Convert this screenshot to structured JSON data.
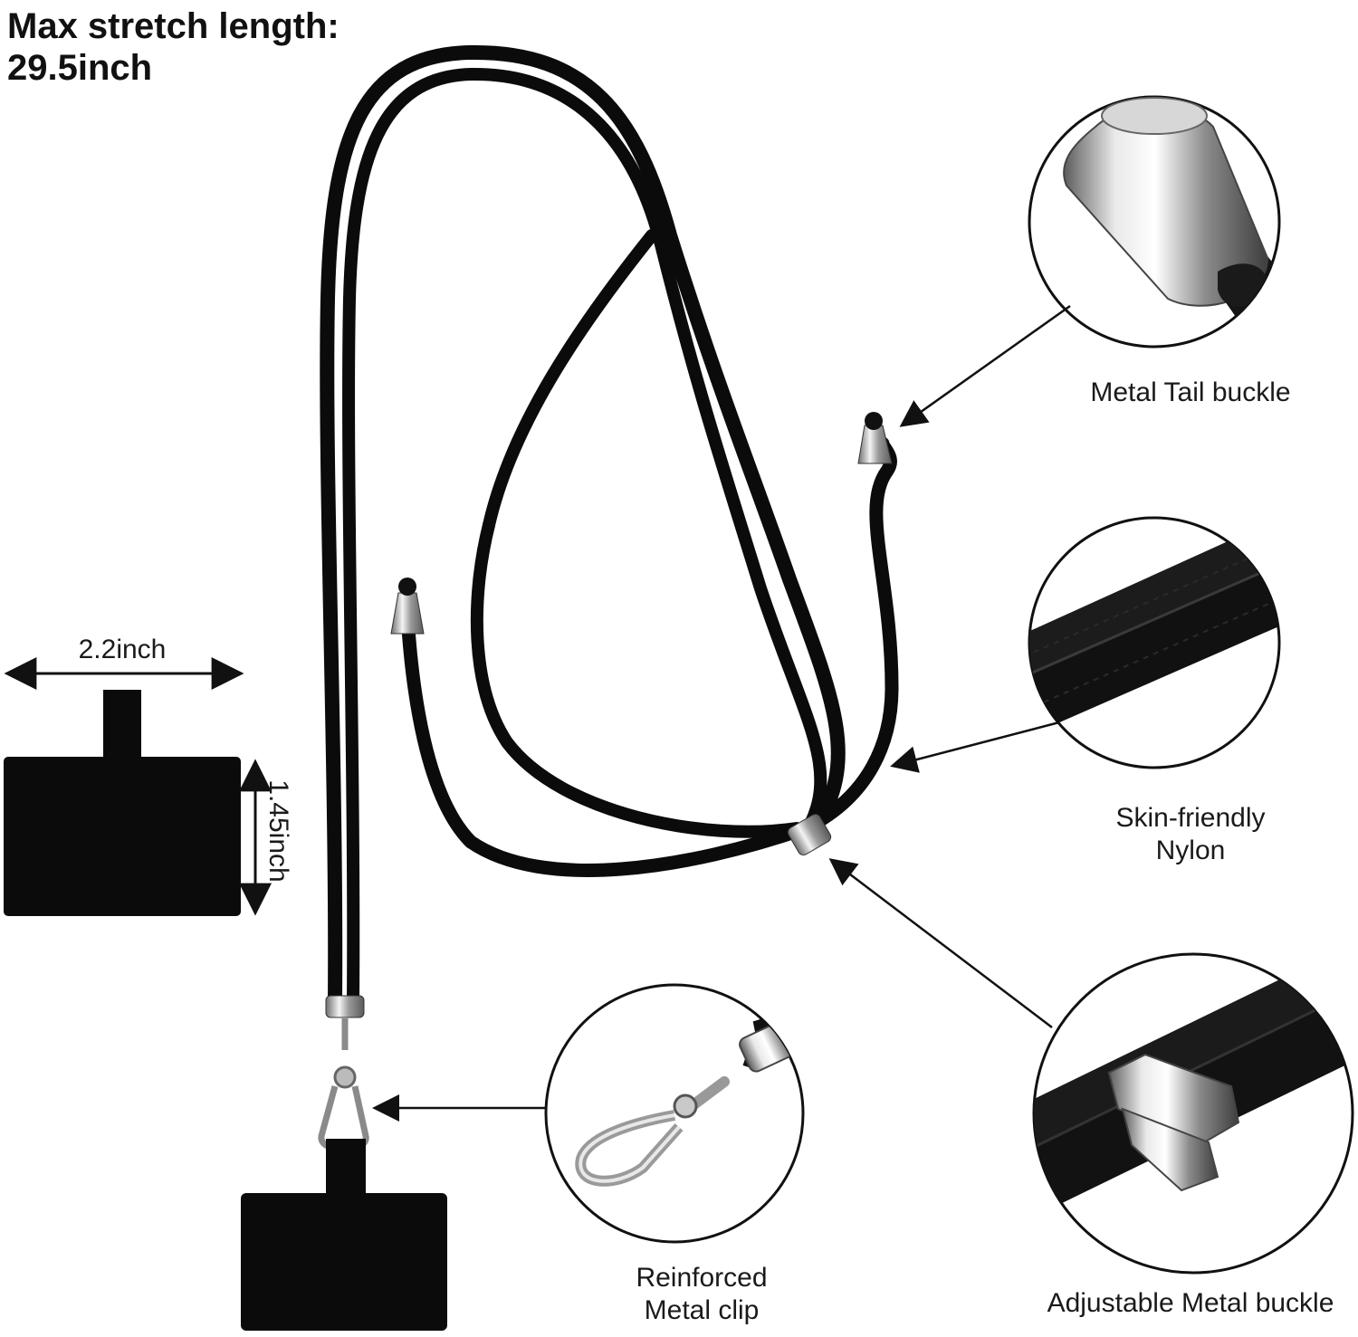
{
  "headline": {
    "line1": "Max stretch length:",
    "line2": "29.5inch"
  },
  "dimensions": {
    "width": "2.2inch",
    "height": "1.45inch"
  },
  "callouts": {
    "tail_buckle": "Metal Tail buckle",
    "nylon_line1": "Skin-friendly",
    "nylon_line2": "Nylon",
    "adjustable_buckle": "Adjustable Metal buckle",
    "clip_line1": "Reinforced",
    "clip_line2": "Metal clip"
  },
  "colors": {
    "cord": "#0b0b0b",
    "metal": "#c8c8c8",
    "background": "#ffffff"
  }
}
